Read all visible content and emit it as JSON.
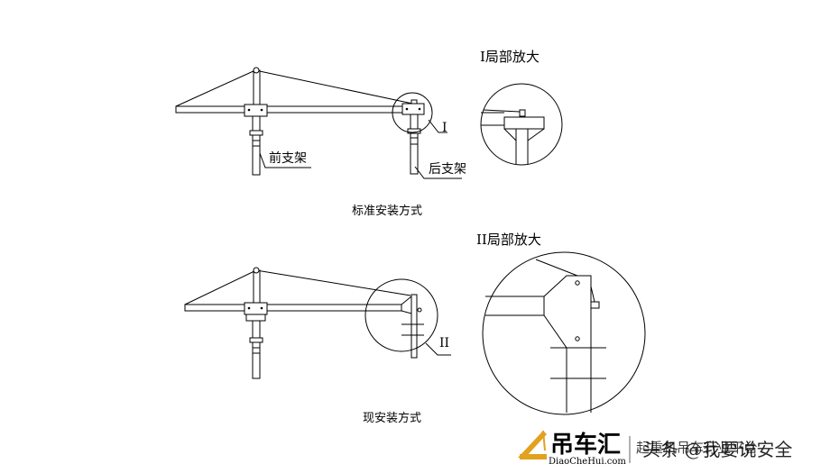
{
  "labels": {
    "front_support": "前支架",
    "rear_support": "后支架",
    "callout_I": "I",
    "callout_II": "II",
    "standard_method": "标准安装方式",
    "current_method": "现安装方式",
    "detail_I_title": "I局部放大",
    "detail_II_title": "II局部放大"
  },
  "watermark": {
    "name": "吊车汇",
    "url": "DiaoCheHui.com",
    "tagline": "起重机吊车行业平台",
    "author": "头条 @我要说安全"
  },
  "colors": {
    "line": "#000000",
    "background": "#ffffff",
    "logo_accent": "#e2a11f"
  }
}
